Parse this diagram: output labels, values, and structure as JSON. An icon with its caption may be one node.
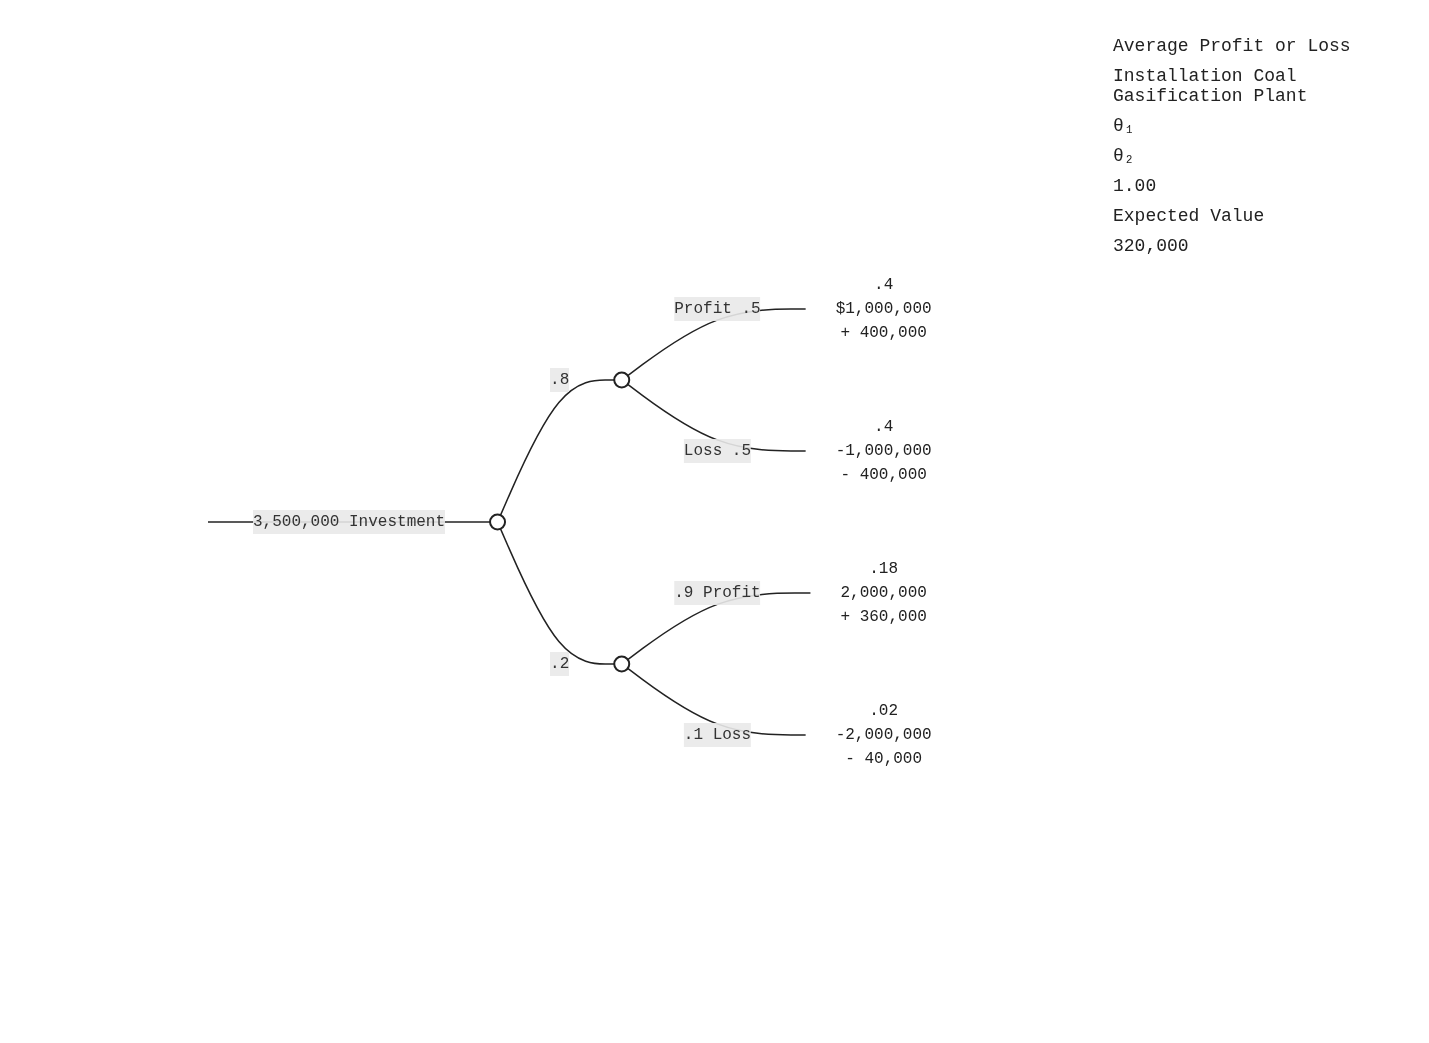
{
  "diagram": {
    "nodes": [
      {
        "text": [],
        "shape": "circle"
      },
      {
        "text": [],
        "shape": "circle"
      },
      {
        "text": [],
        "shape": "circle"
      },
      {
        "text": [
          ".4",
          "$1,000,000",
          "+ 400,000"
        ]
      },
      {
        "text": [
          ".4",
          "-1,000,000",
          "- 400,000"
        ]
      },
      {
        "text": [
          ".18",
          "2,000,000",
          "+ 360,000"
        ]
      },
      {
        "text": [
          ".02",
          "-2,000,000",
          "- 40,000"
        ]
      }
    ],
    "edges": [
      {
        "from": null,
        "to": 0,
        "arrow": "none",
        "label": "3,500,000 Investment"
      },
      {
        "from": 0,
        "to": 1,
        "arrow": "none",
        "label": ".8"
      },
      {
        "from": 0,
        "to": 2,
        "arrow": "none",
        "label": ".2"
      },
      {
        "from": 1,
        "to": 3,
        "arrow": "none",
        "label": "Profit .5"
      },
      {
        "from": 1,
        "to": 4,
        "arrow": "none",
        "label": "Loss .5"
      },
      {
        "from": 2,
        "to": 5,
        "arrow": "none",
        "label": ".9 Profit"
      },
      {
        "from": 2,
        "to": 6,
        "arrow": "none",
        "label": ".1 Loss"
      }
    ],
    "labels": [
      "Average Profit or Loss",
      "Installation Coal Gasification Plant",
      "θ₁",
      "θ₂",
      "1.00",
      "Expected Value",
      "320,000"
    ]
  }
}
